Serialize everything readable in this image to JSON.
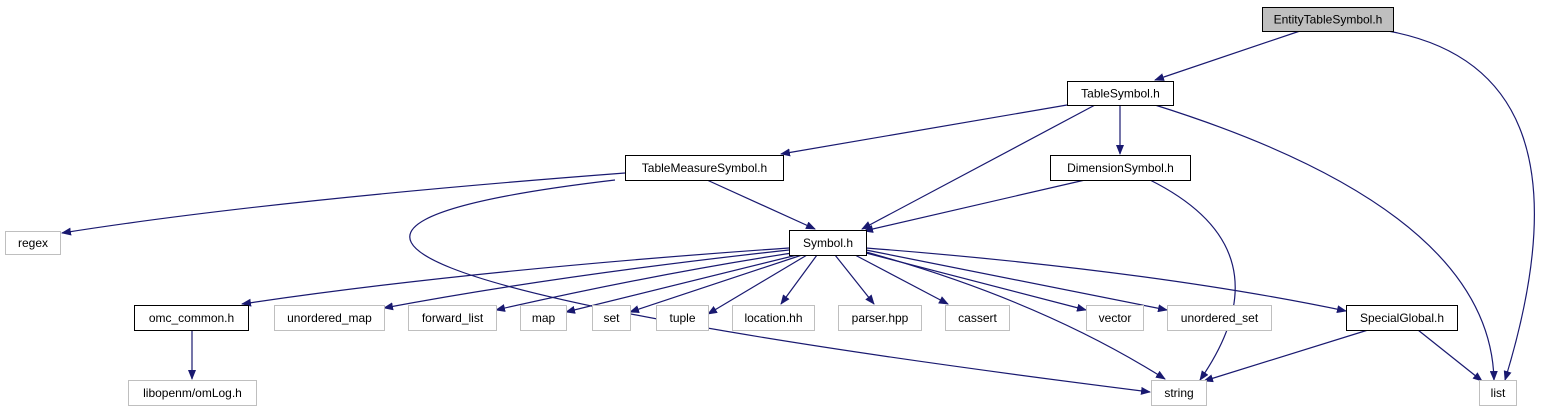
{
  "diagram": {
    "title": "",
    "colors": {
      "edge": "#191970",
      "root_fill": "#bfbfbf",
      "normal_border": "#000000",
      "external_border": "#bfbfbf",
      "background": "#ffffff"
    },
    "nodes": [
      {
        "id": "EntityTableSymbol",
        "label": "EntityTableSymbol.h",
        "kind": "root"
      },
      {
        "id": "TableSymbol",
        "label": "TableSymbol.h",
        "kind": "header"
      },
      {
        "id": "TableMeasureSymbol",
        "label": "TableMeasureSymbol.h",
        "kind": "header"
      },
      {
        "id": "DimensionSymbol",
        "label": "DimensionSymbol.h",
        "kind": "header"
      },
      {
        "id": "Symbol",
        "label": "Symbol.h",
        "kind": "header"
      },
      {
        "id": "regex",
        "label": "regex",
        "kind": "external"
      },
      {
        "id": "omc_common",
        "label": "omc_common.h",
        "kind": "header"
      },
      {
        "id": "unordered_map",
        "label": "unordered_map",
        "kind": "external"
      },
      {
        "id": "forward_list",
        "label": "forward_list",
        "kind": "external"
      },
      {
        "id": "map",
        "label": "map",
        "kind": "external"
      },
      {
        "id": "set",
        "label": "set",
        "kind": "external"
      },
      {
        "id": "tuple",
        "label": "tuple",
        "kind": "external"
      },
      {
        "id": "location",
        "label": "location.hh",
        "kind": "external"
      },
      {
        "id": "parser",
        "label": "parser.hpp",
        "kind": "external"
      },
      {
        "id": "cassert",
        "label": "cassert",
        "kind": "external"
      },
      {
        "id": "vector",
        "label": "vector",
        "kind": "external"
      },
      {
        "id": "unordered_set",
        "label": "unordered_set",
        "kind": "external"
      },
      {
        "id": "SpecialGlobal",
        "label": "SpecialGlobal.h",
        "kind": "header"
      },
      {
        "id": "omLog",
        "label": "libopenm/omLog.h",
        "kind": "external"
      },
      {
        "id": "string",
        "label": "string",
        "kind": "external"
      },
      {
        "id": "list",
        "label": "list",
        "kind": "external"
      }
    ],
    "edges": [
      {
        "from": "EntityTableSymbol",
        "to": "TableSymbol"
      },
      {
        "from": "EntityTableSymbol",
        "to": "list"
      },
      {
        "from": "TableSymbol",
        "to": "TableMeasureSymbol"
      },
      {
        "from": "TableSymbol",
        "to": "DimensionSymbol"
      },
      {
        "from": "TableSymbol",
        "to": "Symbol"
      },
      {
        "from": "TableSymbol",
        "to": "list"
      },
      {
        "from": "TableMeasureSymbol",
        "to": "regex"
      },
      {
        "from": "TableMeasureSymbol",
        "to": "Symbol"
      },
      {
        "from": "TableMeasureSymbol",
        "to": "string"
      },
      {
        "from": "DimensionSymbol",
        "to": "Symbol"
      },
      {
        "from": "DimensionSymbol",
        "to": "string"
      },
      {
        "from": "Symbol",
        "to": "omc_common"
      },
      {
        "from": "Symbol",
        "to": "unordered_map"
      },
      {
        "from": "Symbol",
        "to": "forward_list"
      },
      {
        "from": "Symbol",
        "to": "map"
      },
      {
        "from": "Symbol",
        "to": "set"
      },
      {
        "from": "Symbol",
        "to": "tuple"
      },
      {
        "from": "Symbol",
        "to": "location"
      },
      {
        "from": "Symbol",
        "to": "parser"
      },
      {
        "from": "Symbol",
        "to": "cassert"
      },
      {
        "from": "Symbol",
        "to": "string"
      },
      {
        "from": "Symbol",
        "to": "vector"
      },
      {
        "from": "Symbol",
        "to": "unordered_set"
      },
      {
        "from": "Symbol",
        "to": "SpecialGlobal"
      },
      {
        "from": "omc_common",
        "to": "omLog"
      },
      {
        "from": "SpecialGlobal",
        "to": "string"
      },
      {
        "from": "SpecialGlobal",
        "to": "list"
      }
    ]
  }
}
